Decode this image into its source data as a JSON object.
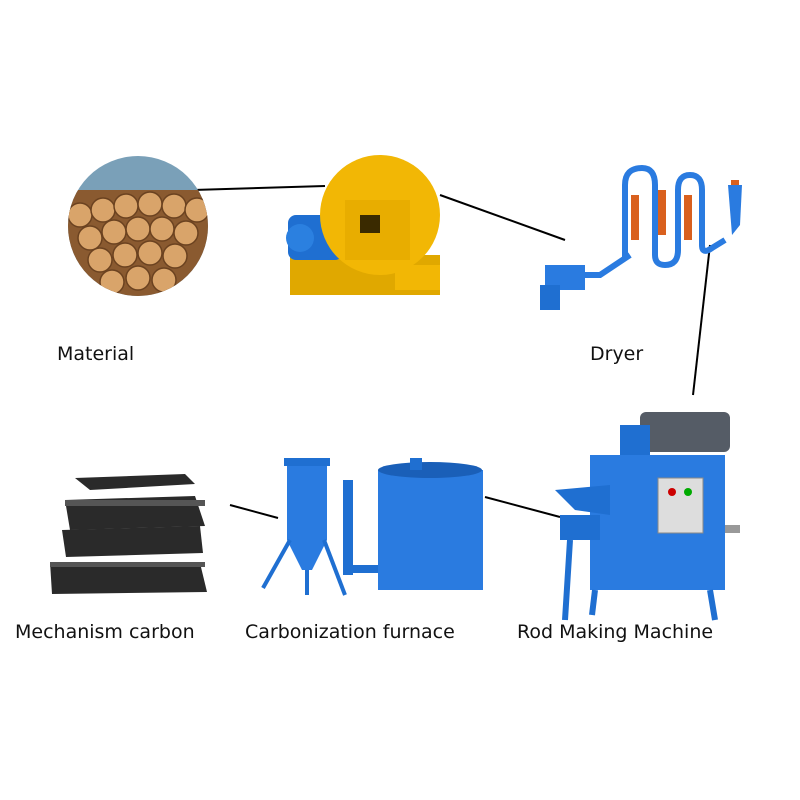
{
  "labels": {
    "material": "Material",
    "dryer": "Dryer",
    "mechanism_carbon": "Mechanism carbon",
    "carbonization_furnace": "Carbonization furnace",
    "rod_making_machine": "Rod Making Machine"
  },
  "colors": {
    "crusher": "#f2b705",
    "machine_blue": "#1f6fd1",
    "dryer_orange": "#d9601e",
    "charcoal": "#2a2a2a",
    "wood": "#c08a55",
    "connector": "#000000"
  }
}
